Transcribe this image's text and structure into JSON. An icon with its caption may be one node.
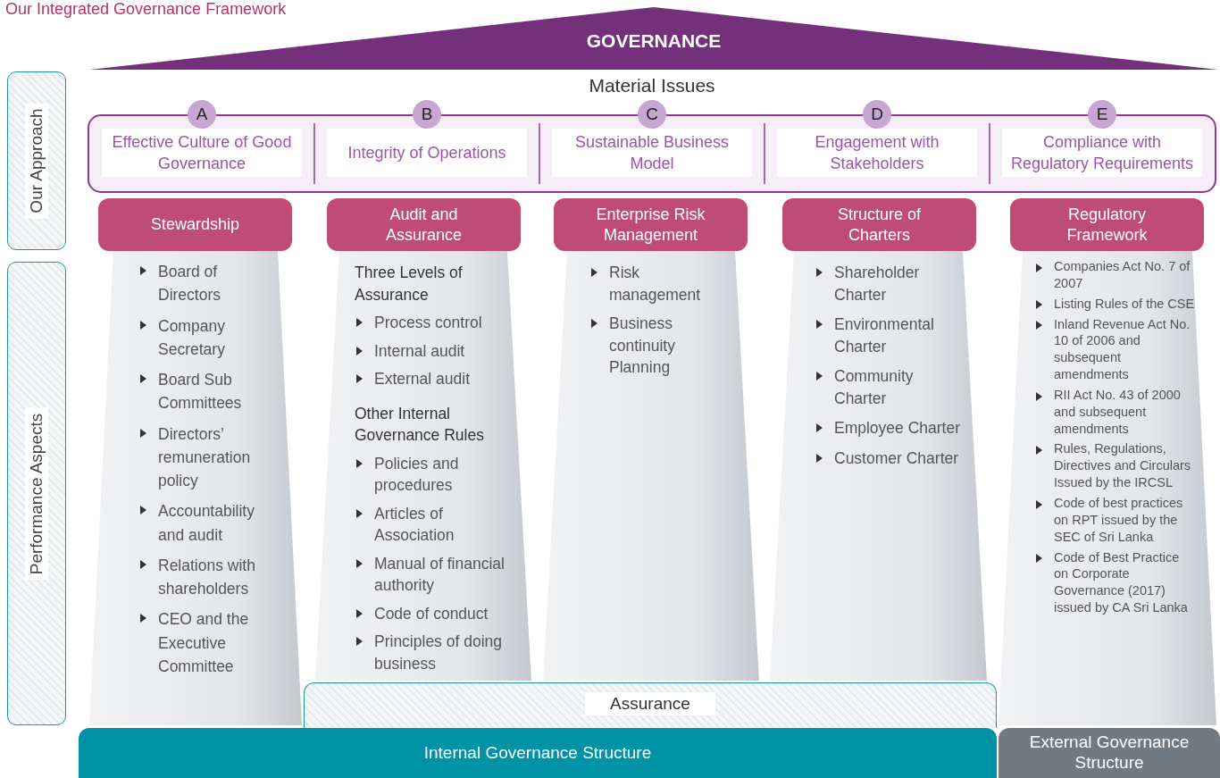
{
  "diagram": {
    "title": "Our Integrated Governance Framework",
    "nodes": [
      {
        "text": [
          "GOVERNANCE"
        ]
      },
      {
        "text": [
          "Our Approach"
        ]
      },
      {
        "text": [
          "Material Issues"
        ]
      },
      {
        "text": [
          "A",
          "Effective Culture of Good Governance"
        ],
        "in": 2
      },
      {
        "text": [
          "B",
          "Integrity of Operations"
        ],
        "in": 2
      },
      {
        "text": [
          "C",
          "Sustainable Business Model"
        ],
        "in": 2
      },
      {
        "text": [
          "D",
          "Engagement with Stakeholders"
        ],
        "in": 2
      },
      {
        "text": [
          "E",
          "Compliance with Regulatory Requirements"
        ],
        "in": 2
      },
      {
        "text": [
          "Performance Aspects"
        ]
      },
      {
        "text": [
          "Stewardship"
        ]
      },
      {
        "text": [
          "Audit and Assurance"
        ]
      },
      {
        "text": [
          "Enterprise Risk Management"
        ]
      },
      {
        "text": [
          "Structure of Charters"
        ]
      },
      {
        "text": [
          "Regulatory Framework"
        ]
      },
      {
        "text": [
          "Board of Directors",
          "Company Secretary",
          "Board Sub Committees",
          "Directors’ remuneration policy",
          "Accountability and audit",
          "Relations with shareholders",
          "CEO and the Executive Committee"
        ]
      },
      {
        "text": [
          "Three Levels of Assurance",
          "Process control",
          "Internal audit",
          "External audit",
          "Other Internal Governance Rules",
          "Policies and procedures",
          "Articles of Association",
          "Manual of financial authority",
          "Code of conduct",
          "Principles of doing business"
        ]
      },
      {
        "text": [
          "Risk management",
          "Business continuity Planning"
        ]
      },
      {
        "text": [
          "Shareholder Charter",
          "Environmental Charter",
          "Community Charter",
          "Employee Charter",
          "Customer Charter"
        ]
      },
      {
        "text": [
          "Companies Act No. 7 of 2007",
          "Listing Rules of the CSE",
          "Inland Revenue Act No. 10 of 2006 and subsequent amendments",
          "RII Act No. 43 of 2000 and subsequent amendments",
          "Rules, Regulations, Directives and Circulars Issued by the IRCSL",
          "Code of best practices on RPT issued by the SEC of Sri Lanka",
          "Code of Best Practice on Corporate Governance (2017) issued by CA Sri Lanka"
        ]
      },
      {
        "text": [
          "Assurance"
        ]
      },
      {
        "text": [
          "Internal Governance Structure"
        ]
      },
      {
        "text": [
          "External Governance Structure"
        ]
      }
    ],
    "edges": []
  }
}
